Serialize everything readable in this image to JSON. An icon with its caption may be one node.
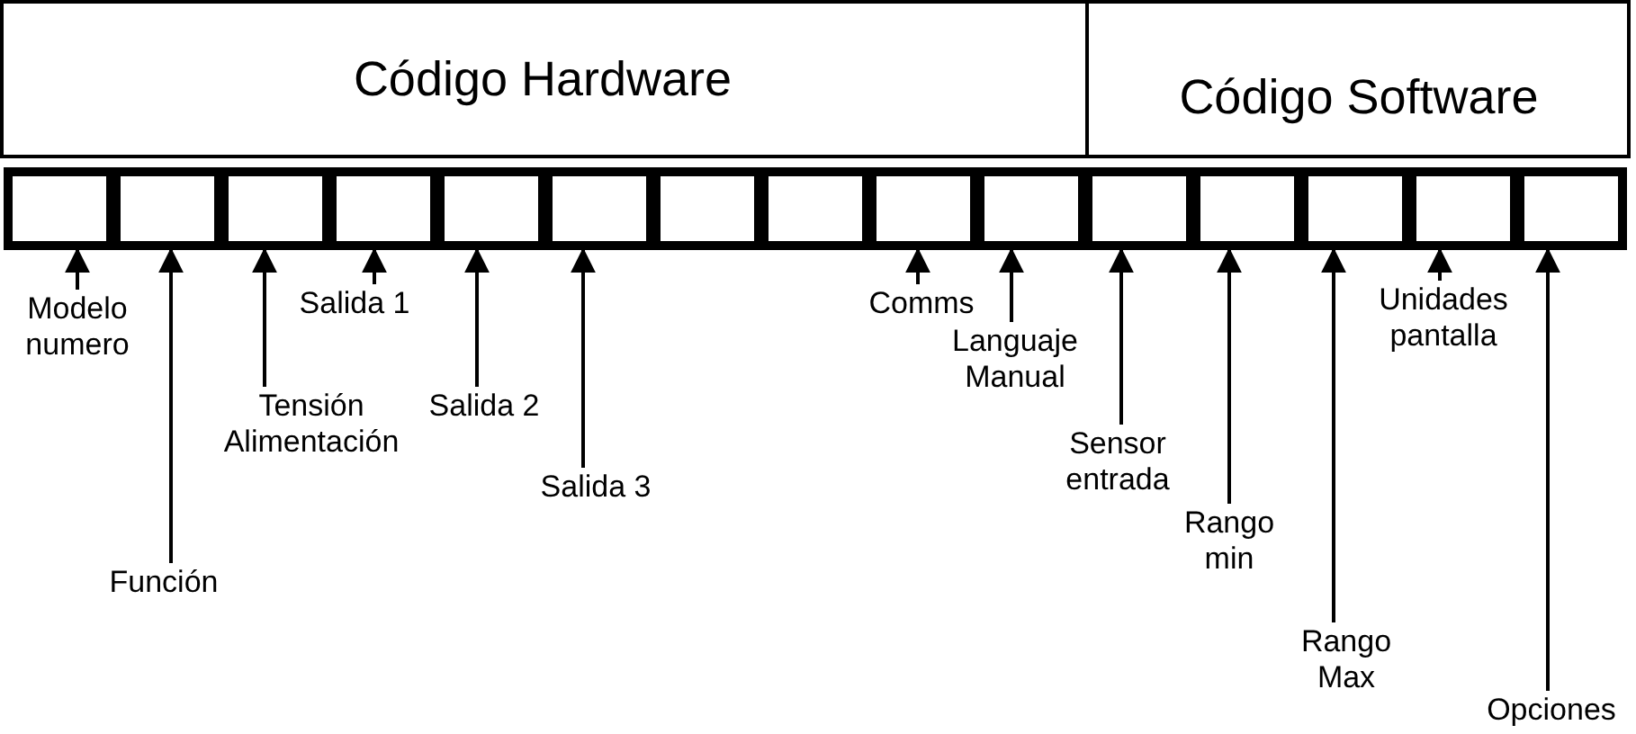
{
  "diagram": {
    "nodes": [
      {
        "text": [
          "Código Hardware"
        ]
      },
      {
        "text": [
          "Código Software"
        ]
      },
      {
        "text": [],
        "shape": "box"
      },
      {
        "text": [],
        "shape": "box"
      },
      {
        "text": [],
        "shape": "box"
      },
      {
        "text": [],
        "shape": "box"
      },
      {
        "text": [],
        "shape": "box"
      },
      {
        "text": [],
        "shape": "box"
      },
      {
        "text": [],
        "shape": "box"
      },
      {
        "text": [],
        "shape": "box"
      },
      {
        "text": [],
        "shape": "box"
      },
      {
        "text": [],
        "shape": "box"
      },
      {
        "text": [],
        "shape": "box"
      },
      {
        "text": [],
        "shape": "box"
      },
      {
        "text": [],
        "shape": "box"
      },
      {
        "text": [],
        "shape": "box"
      },
      {
        "text": [],
        "shape": "box"
      },
      {
        "text": [
          "Modelo numero"
        ]
      },
      {
        "text": [
          "Función"
        ]
      },
      {
        "text": [
          "Tensión Alimentación"
        ]
      },
      {
        "text": [
          "Salida 1"
        ]
      },
      {
        "text": [
          "Salida 2"
        ]
      },
      {
        "text": [
          "Salida 3"
        ]
      },
      {
        "text": [
          "Comms"
        ]
      },
      {
        "text": [
          "Languaje Manual"
        ]
      },
      {
        "text": [
          "Sensor entrada"
        ]
      },
      {
        "text": [
          "Rango min"
        ]
      },
      {
        "text": [
          "Rango Max"
        ]
      },
      {
        "text": [
          "Unidades pantalla"
        ]
      },
      {
        "text": [
          "Opciones"
        ]
      }
    ],
    "edges": [
      {
        "from": 17,
        "to": 2,
        "arrow": "to"
      },
      {
        "from": 18,
        "to": 3,
        "arrow": "to"
      },
      {
        "from": 19,
        "to": 4,
        "arrow": "to"
      },
      {
        "from": 20,
        "to": 5,
        "arrow": "to"
      },
      {
        "from": 21,
        "to": 6,
        "arrow": "to"
      },
      {
        "from": 22,
        "to": 7,
        "arrow": "to"
      },
      {
        "from": 23,
        "to": 10,
        "arrow": "to"
      },
      {
        "from": 24,
        "to": 11,
        "arrow": "to"
      },
      {
        "from": 25,
        "to": 12,
        "arrow": "to"
      },
      {
        "from": 26,
        "to": 13,
        "arrow": "to"
      },
      {
        "from": 27,
        "to": 14,
        "arrow": "to"
      },
      {
        "from": 28,
        "to": 15,
        "arrow": "to"
      },
      {
        "from": 29,
        "to": 16,
        "arrow": "to"
      }
    ]
  }
}
